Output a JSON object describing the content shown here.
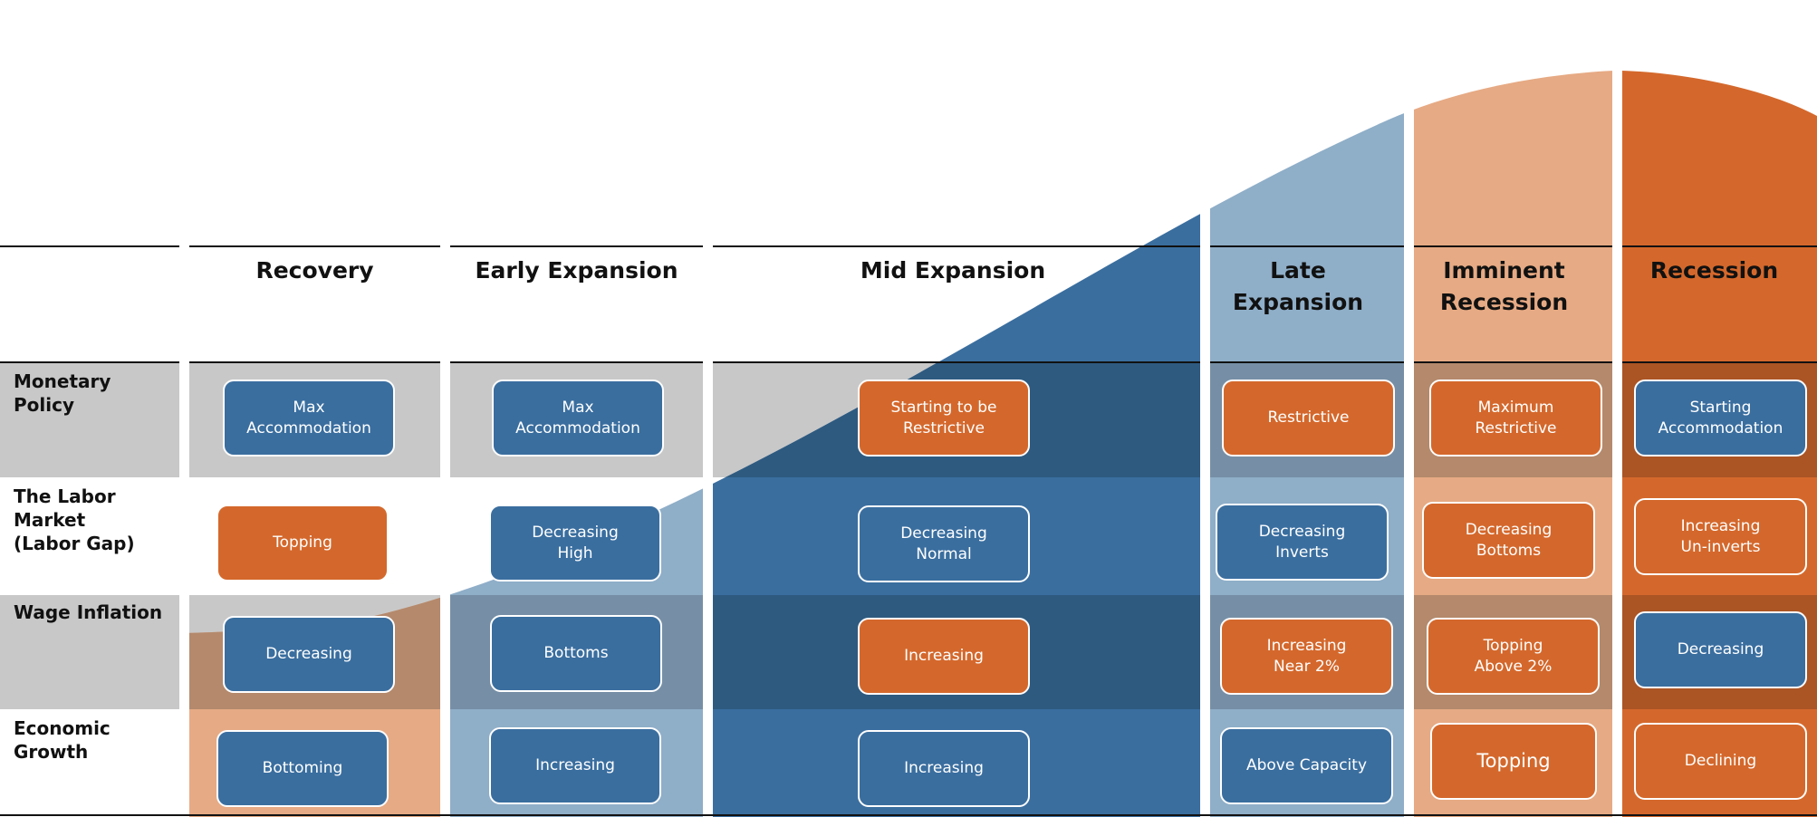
{
  "colors": {
    "blue": "#3a6e9f",
    "orange": "#d4682c",
    "light_blue": "#8faec8",
    "peach": "#e6aa84",
    "gray": "#c8c8c8",
    "dark_blue": "#2e5a80"
  },
  "phases": [
    {
      "label": "Recovery"
    },
    {
      "label": "Early Expansion"
    },
    {
      "label": "Mid Expansion"
    },
    {
      "label": "Late\nExpansion"
    },
    {
      "label": "Imminent\nRecession"
    },
    {
      "label": "Recession"
    }
  ],
  "rows": [
    {
      "label": "Monetary Policy"
    },
    {
      "label": "The Labor\nMarket\n(Labor Gap)"
    },
    {
      "label": "Wage Inflation"
    },
    {
      "label": "Economic\nGrowth"
    }
  ],
  "cells": [
    [
      {
        "text": "Max\nAccommodation",
        "tone": "blue"
      },
      {
        "text": "Max\nAccommodation",
        "tone": "blue"
      },
      {
        "text": "Starting to be\nRestrictive",
        "tone": "orange"
      },
      {
        "text": "Restrictive",
        "tone": "orange"
      },
      {
        "text": "Maximum\nRestrictive",
        "tone": "orange"
      },
      {
        "text": "Starting\nAccommodation",
        "tone": "blue"
      }
    ],
    [
      {
        "text": "Topping",
        "tone": "orange"
      },
      {
        "text": "Decreasing\nHigh",
        "tone": "blue"
      },
      {
        "text": "Decreasing\nNormal",
        "tone": "blue"
      },
      {
        "text": "Decreasing\nInverts",
        "tone": "blue"
      },
      {
        "text": "Decreasing\nBottoms",
        "tone": "orange"
      },
      {
        "text": "Increasing\nUn-inverts",
        "tone": "orange"
      }
    ],
    [
      {
        "text": "Decreasing",
        "tone": "blue"
      },
      {
        "text": "Bottoms",
        "tone": "blue"
      },
      {
        "text": "Increasing",
        "tone": "orange"
      },
      {
        "text": "Increasing\nNear 2%",
        "tone": "orange"
      },
      {
        "text": "Topping\nAbove 2%",
        "tone": "orange"
      },
      {
        "text": "Decreasing",
        "tone": "blue"
      }
    ],
    [
      {
        "text": "Bottoming",
        "tone": "blue"
      },
      {
        "text": "Increasing",
        "tone": "blue"
      },
      {
        "text": "Increasing",
        "tone": "blue"
      },
      {
        "text": "Above Capacity",
        "tone": "blue"
      },
      {
        "text": "Topping",
        "tone": "orange"
      },
      {
        "text": "Declining",
        "tone": "orange"
      }
    ]
  ]
}
